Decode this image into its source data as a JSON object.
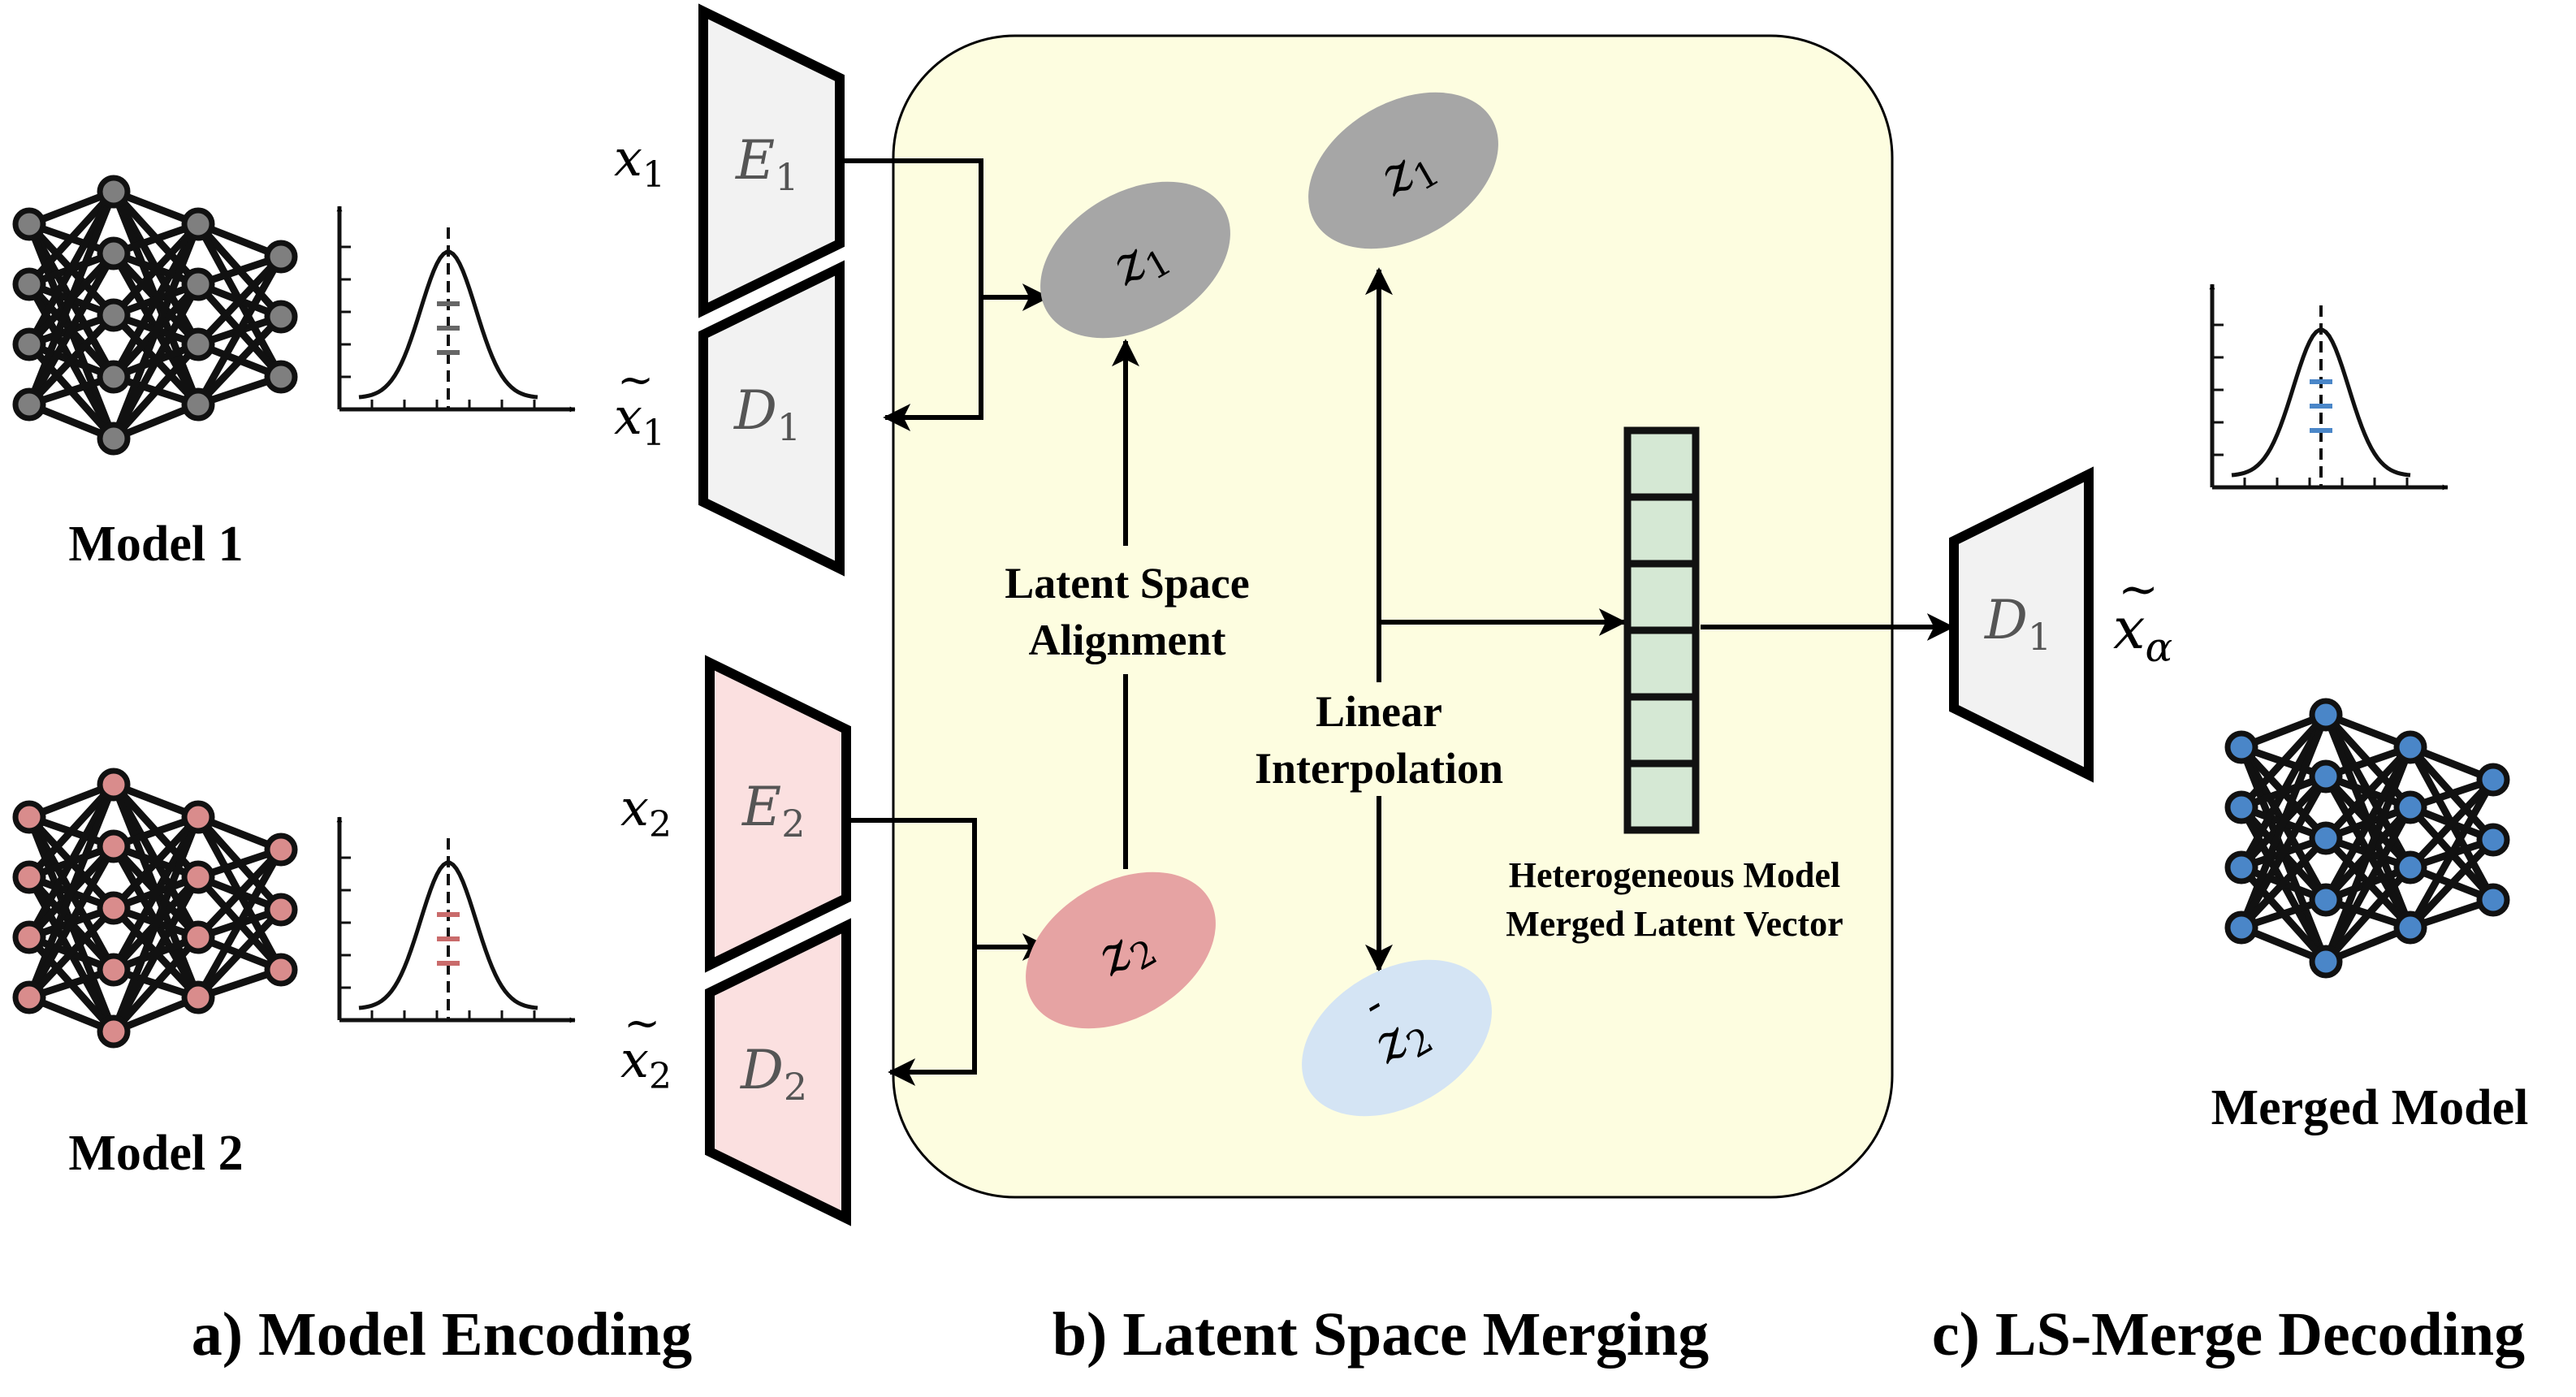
{
  "colors": {
    "merge_panel_fill": "#fdfde0",
    "model1_node": "#7f7f7f",
    "model2_node": "#d98c8c",
    "merged_node": "#4a86c8",
    "model1_box": "#f2f2f2",
    "model2_box": "#fbe0e0",
    "z1_ellipse": "#a6a6a6",
    "z2_ellipse": "#e6a3a3",
    "z2_hat_ellipse": "#d4e4f4",
    "latent_vector_fill": "#d5e8d4",
    "line": "#000000"
  },
  "labels": {
    "model1": "Model 1",
    "model2": "Model 2",
    "merged_model": "Merged Model",
    "latent_space_alignment_1": "Latent Space",
    "latent_space_alignment_2": "Alignment",
    "linear_interpolation_1": "Linear",
    "linear_interpolation_2": "Interpolation",
    "merged_vector_1": "Heterogeneous Model",
    "merged_vector_2": "Merged Latent Vector",
    "section_a": "a) Model Encoding",
    "section_b": "b) Latent Space Merging",
    "section_c": "c) LS-Merge Decoding"
  },
  "math": {
    "x1": {
      "base": "x",
      "sub": "1"
    },
    "x1_tilde": {
      "base": "x",
      "sub": "1",
      "accent": "~"
    },
    "x2": {
      "base": "x",
      "sub": "2"
    },
    "x2_tilde": {
      "base": "x",
      "sub": "2",
      "accent": "~"
    },
    "E1": {
      "base": "E",
      "sub": "1"
    },
    "D1": {
      "base": "D",
      "sub": "1"
    },
    "E2": {
      "base": "E",
      "sub": "2"
    },
    "D2": {
      "base": "D",
      "sub": "2"
    },
    "D1_out": {
      "base": "D",
      "sub": "1"
    },
    "x_alpha_tilde": {
      "base": "x",
      "sub": "α",
      "accent": "~"
    },
    "z1_a": {
      "base": "z",
      "sub": "1"
    },
    "z1_b": {
      "base": "z",
      "sub": "1"
    },
    "z2": {
      "base": "z",
      "sub": "2"
    },
    "z2_hat": {
      "base": "z",
      "sub": "2",
      "accent": "-"
    }
  }
}
